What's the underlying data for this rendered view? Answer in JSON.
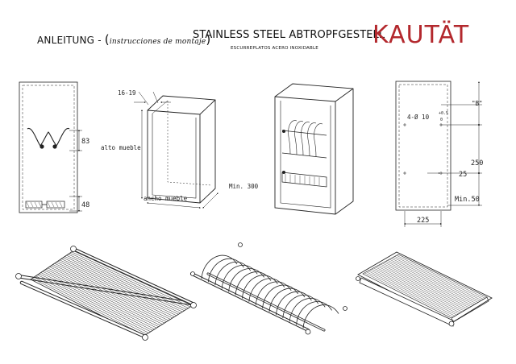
{
  "header": {
    "instructions_label": "ANLEITUNG -",
    "instructions_open": "(",
    "instructions_es": "instrucciones de montaje",
    "instructions_close": ")",
    "title": "STAINLESS STEEL ABTROPFGESTELL",
    "subtitle": "ESCURREPLATOS ACERO INOXIDABLE",
    "brand": "KAUTÄT",
    "brand_color": "#b3282d"
  },
  "drawing_1": {
    "dim_83": "83",
    "dim_48": "48"
  },
  "drawing_2": {
    "dim_16_19": "16-19",
    "alto": "alto mueble",
    "ancho": "ancho mueble",
    "min300": "Min. 300"
  },
  "drawing_4": {
    "b_label": "\"B\"",
    "hole_spec": "4-Ø 10",
    "hole_tol_upper": "+0.5",
    "hole_tol_lower": "0",
    "dim_250": "250",
    "dim_25": "25",
    "min50": "Min.50",
    "dim_225": "225"
  }
}
